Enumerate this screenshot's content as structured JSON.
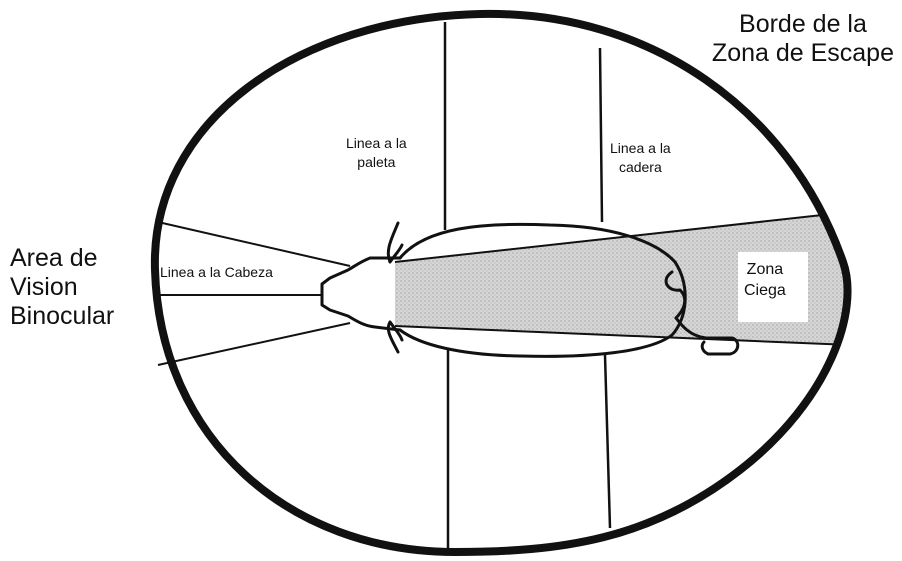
{
  "labels": {
    "escape_zone_edge": [
      "Borde de la",
      "Zona de Escape"
    ],
    "binocular_area": [
      "Area de",
      "Vision",
      "Binocular"
    ],
    "shoulder_line": [
      "Linea a la",
      "paleta"
    ],
    "hip_line": [
      "Linea a la",
      "cadera"
    ],
    "head_line": "Linea a la Cabeza",
    "blind_zone": [
      "Zona",
      "Ciega"
    ]
  },
  "colors": {
    "line": "#111111",
    "blind_zone_fill": "#d6d6d6",
    "background": "#ffffff"
  }
}
